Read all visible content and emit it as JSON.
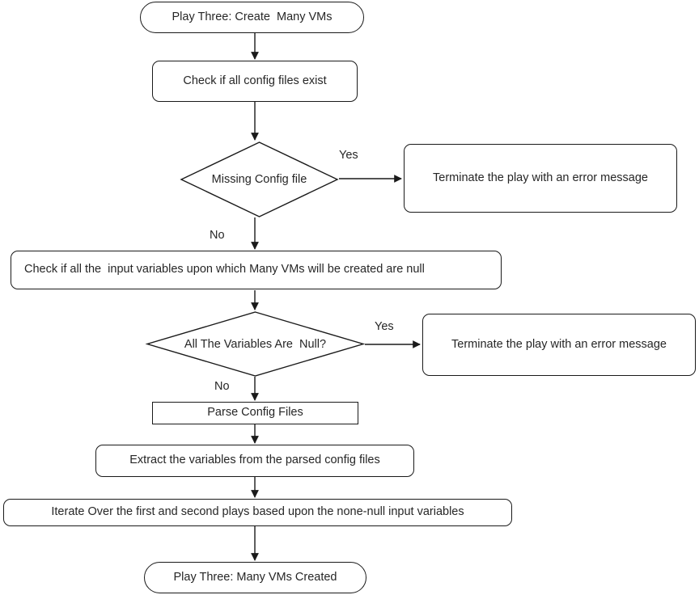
{
  "diagram": {
    "title": "Play Three: Create Many VMs flowchart",
    "type": "flowchart",
    "stroke_color": "#1a1a1a",
    "text_color": "#262626",
    "background_color": "#ffffff"
  },
  "nodes": {
    "start_terminal": {
      "label": "Play Three: Create  Many VMs",
      "shape": "terminal"
    },
    "check_config_files": {
      "label": "Check if all config files exist",
      "shape": "process"
    },
    "decision_missing_config": {
      "label": "Missing Config file",
      "shape": "decision"
    },
    "terminate_error_1": {
      "label": "Terminate the play with an error message",
      "shape": "process"
    },
    "check_input_variables": {
      "label": "Check if all the  input variables upon which Many VMs will be created are null",
      "shape": "process"
    },
    "decision_all_variables_null": {
      "label": "All The Variables Are  Null?",
      "shape": "decision"
    },
    "terminate_error_2": {
      "label": "Terminate the play with an error message",
      "shape": "process"
    },
    "parse_config_files": {
      "label": "Parse Config Files",
      "shape": "process"
    },
    "extract_variables": {
      "label": "Extract the variables from the parsed config files",
      "shape": "process"
    },
    "iterate_plays": {
      "label": "Iterate Over the first and second plays based upon the none-null input variables",
      "shape": "process"
    },
    "end_terminal": {
      "label": "Play Three: Many VMs Created",
      "shape": "terminal"
    }
  },
  "edge_labels": {
    "missing_config_yes": "Yes",
    "missing_config_no": "No",
    "variables_null_yes": "Yes",
    "variables_null_no": "No"
  }
}
